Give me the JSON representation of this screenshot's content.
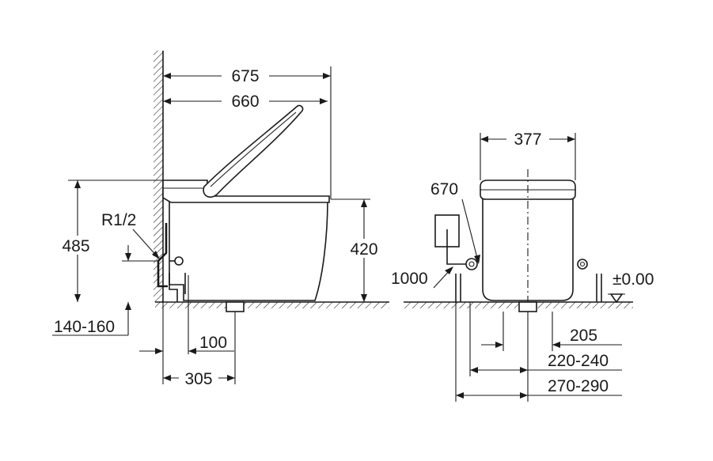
{
  "diagram": {
    "side_view": {
      "dim_overall_length": "675",
      "dim_seat_length": "660",
      "dim_total_height": "485",
      "dim_bowl_height": "420",
      "dim_connection": "R1/2",
      "dim_connection_height": "140-160",
      "dim_drain_offset": "100",
      "dim_drain_distance": "305"
    },
    "front_view": {
      "dim_width": "377",
      "dim_socket_height": "670",
      "dim_cable_length": "1000",
      "dim_floor_level": "±0.00",
      "dim_drain_to_side": "205",
      "dim_supply_range_1": "220-240",
      "dim_supply_range_2": "270-290"
    }
  }
}
